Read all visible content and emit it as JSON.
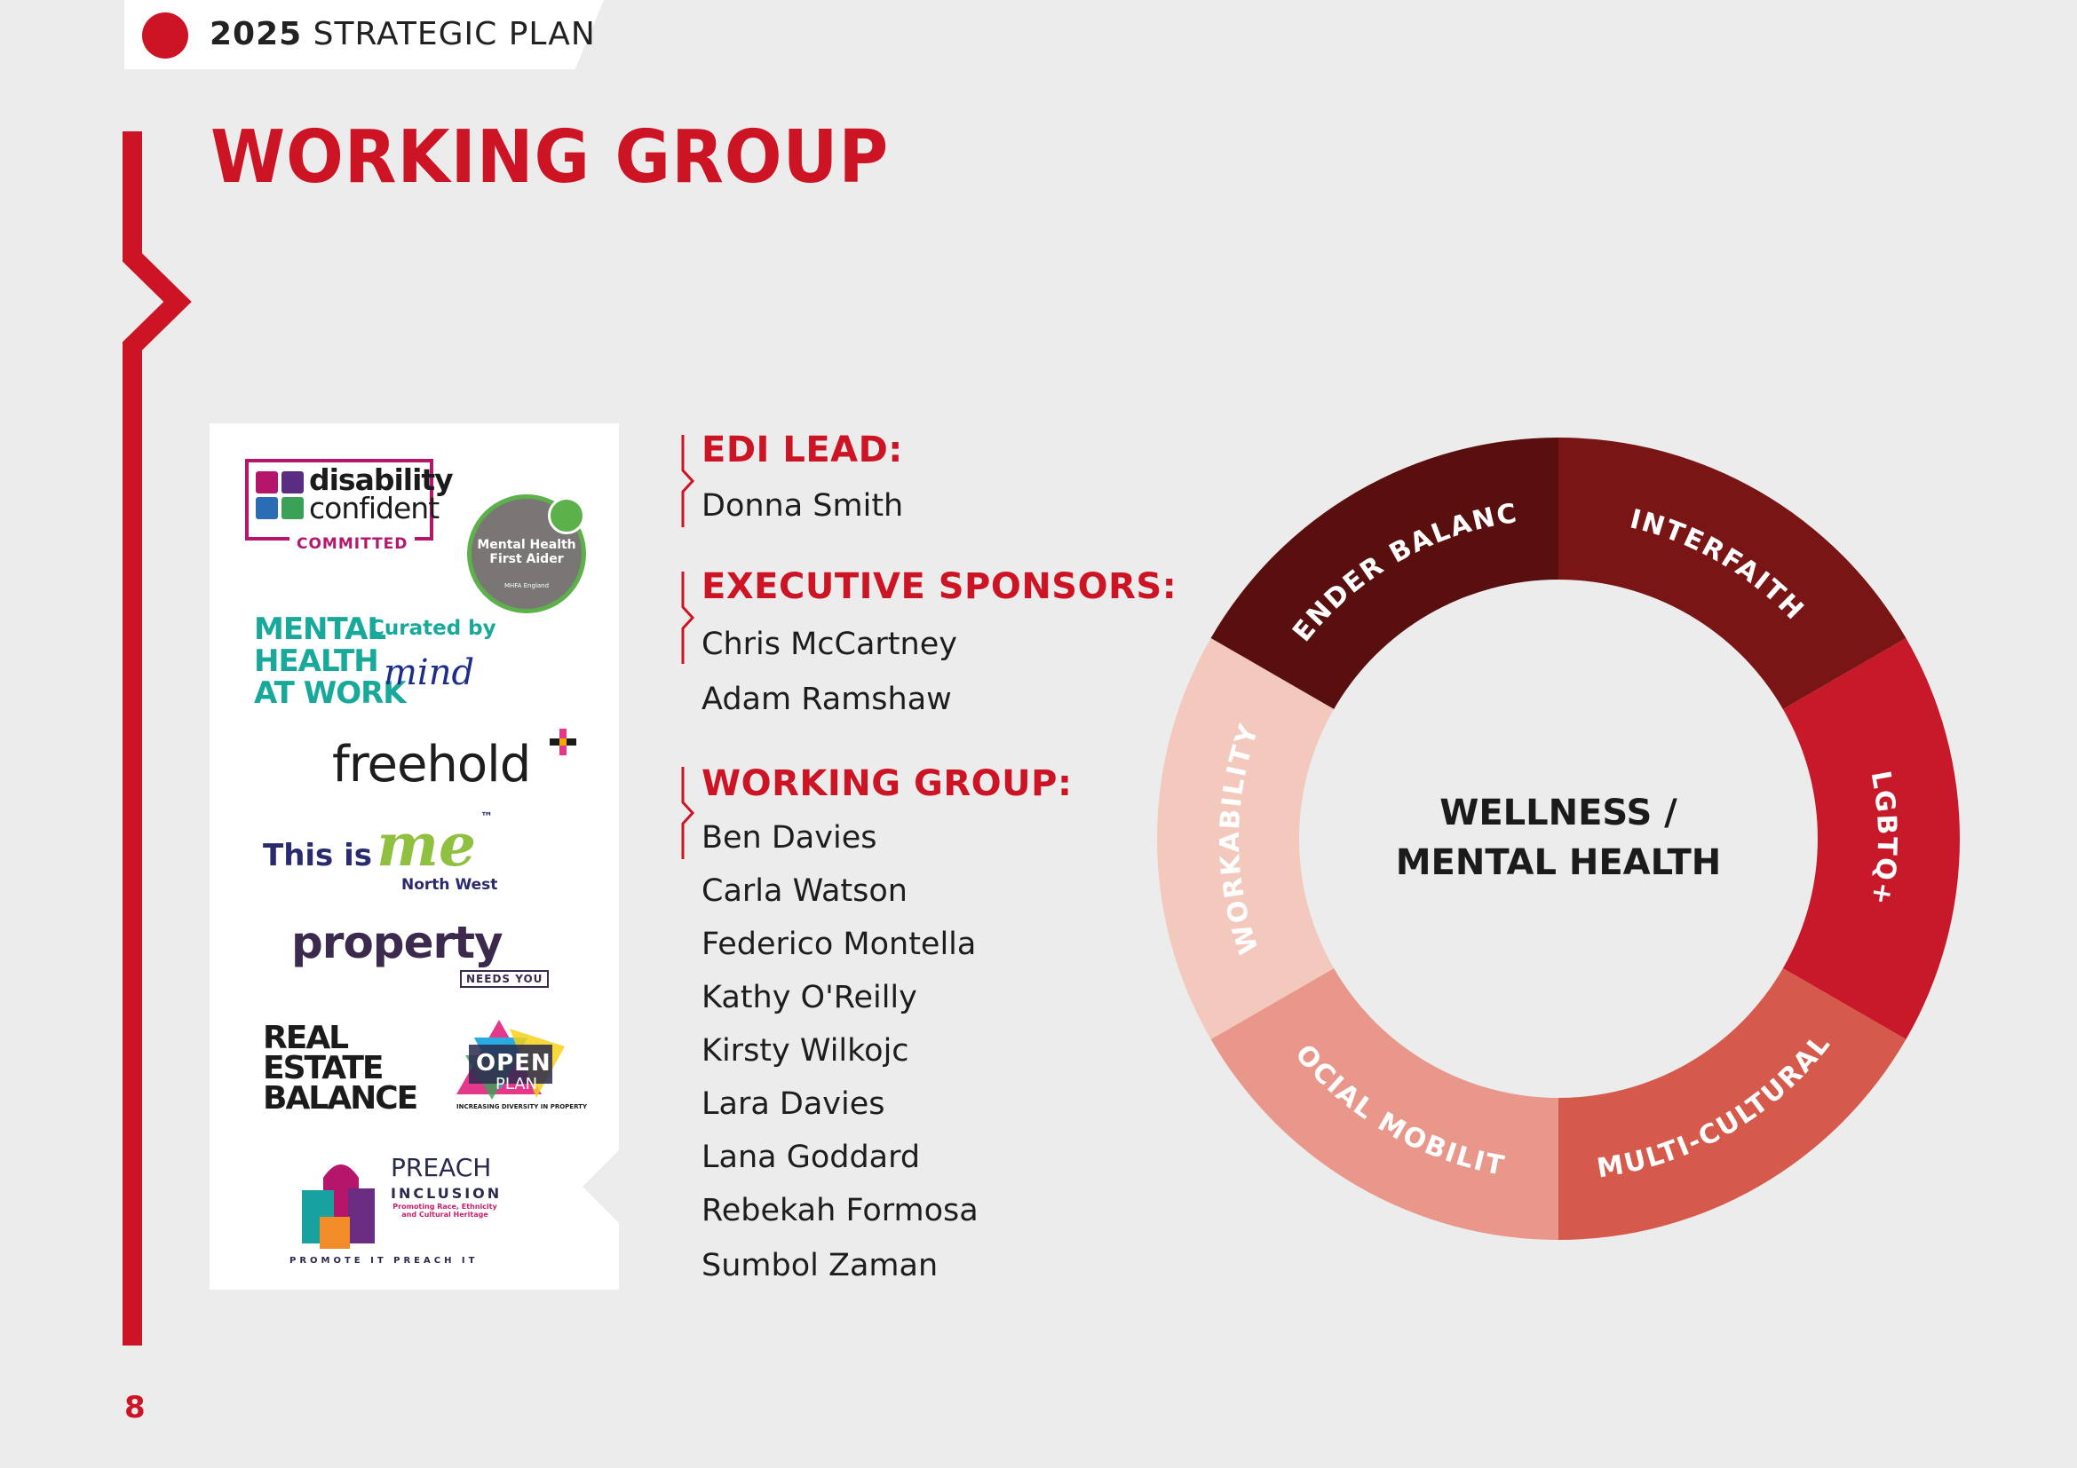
{
  "header": {
    "year": "2025",
    "title": "STRATEGIC PLAN"
  },
  "page_title": "WORKING GROUP",
  "logos": {
    "disability_confident": {
      "line1": "disability",
      "line2": "confident",
      "tag": "COMMITTED"
    },
    "mhfa": {
      "line1": "Mental Health",
      "line2": "First Aider",
      "sub": "MHFA England"
    },
    "mhaw": {
      "line1": "MENTAL",
      "line2": "HEALTH",
      "line3": "AT WORK",
      "curated": "Curated by",
      "mind": "mind"
    },
    "freehold": "freehold",
    "this_is_me": {
      "prefix": "This is",
      "me": "me",
      "tm": "™",
      "region": "North West"
    },
    "property": {
      "word": "property",
      "tag": "NEEDS YOU"
    },
    "reb": {
      "line1": "REAL",
      "line2": "ESTATE",
      "line3": "BALANCE"
    },
    "open_plan": {
      "word1": "OPEN",
      "word2": "PLAN",
      "tag": "INCREASING DIVERSITY IN PROPERTY"
    },
    "preach": {
      "word1": "PREACH",
      "word2": "INCLUSION",
      "desc": "Promoting Race, Ethnicity and Cultural Heritage",
      "tagline": "PROMOTE IT  PREACH IT"
    }
  },
  "edi": {
    "heading": "EDI LEAD:",
    "names": [
      "Donna Smith"
    ]
  },
  "sponsors": {
    "heading": "EXECUTIVE SPONSORS:",
    "names": [
      "Chris McCartney",
      "Adam Ramshaw"
    ]
  },
  "working_group": {
    "heading": "WORKING GROUP:",
    "names": [
      "Ben Davies",
      "Carla Watson",
      "Federico Montella",
      "Kathy O'Reilly",
      "Kirsty Wilkojc",
      "Lara Davies",
      "Lana Goddard",
      "Rebekah Formosa",
      "Sumbol Zaman"
    ]
  },
  "wheel": {
    "center_line1": "WELLNESS /",
    "center_line2": "MENTAL HEALTH",
    "segments": [
      {
        "label": "GENDER BALANCE",
        "color": "#5a0f0f"
      },
      {
        "label": "INTERFAITH",
        "color": "#7a1515"
      },
      {
        "label": "LGBTQ+",
        "color": "#c8192a"
      },
      {
        "label": "MULTI-CULTURAL",
        "color": "#d65a4c"
      },
      {
        "label": "SOCIAL MOBILITY",
        "color": "#e8978a"
      },
      {
        "label": "WORKABILITY",
        "color": "#f3c9be"
      }
    ]
  },
  "page_number": "8",
  "colors": {
    "brand_red": "#cc1424",
    "background": "#ececec"
  }
}
